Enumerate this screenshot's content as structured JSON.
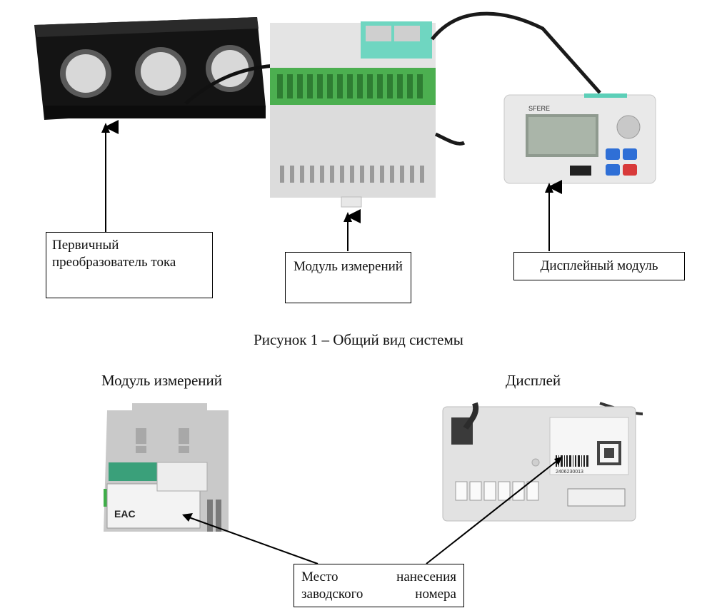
{
  "figure1": {
    "caption": "Рисунок 1 – Общий вид системы",
    "labels": {
      "current_transformer": "Первичный преобразователь тока",
      "measurement_module": "Модуль измерений",
      "display_module": "Дисплейный модуль"
    },
    "device_brand": "SFERE"
  },
  "figure2": {
    "measurement_module_title": "Модуль измерений",
    "display_title": "Дисплей",
    "serial_place_label": "Место нанесения заводского номера",
    "label_texts": {
      "eac_mark": "EAC",
      "serial_number": "2406230013"
    }
  },
  "colors": {
    "transformer_body": "#1c1c1c",
    "module_gray": "#d9d9d9",
    "terminal_green": "#3fae49",
    "teal_accent": "#5ccfb8",
    "display_blue": "#2f6fd6",
    "display_red": "#d83a3a"
  }
}
